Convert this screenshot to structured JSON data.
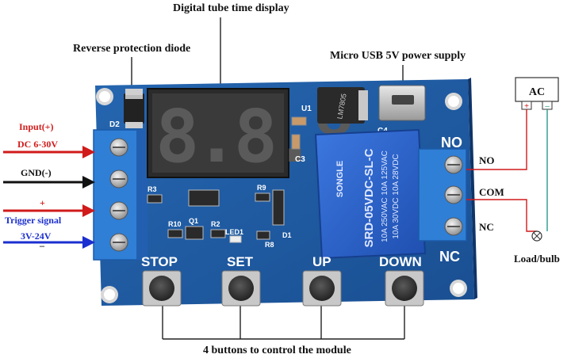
{
  "callouts": {
    "display": "Digital tube time display",
    "diode": "Reverse protection diode",
    "usb": "Micro USB 5V power supply",
    "buttons": "4 buttons to control the module"
  },
  "left_labels": {
    "input_plus": "Input(+)",
    "dc_range": "DC 6-30V",
    "gnd": "GND(-)",
    "trigger_plus": "+",
    "trigger_signal": "Trigger signal",
    "trigger_range": "3V-24V",
    "trigger_minus": "–"
  },
  "right_labels": {
    "no": "NO",
    "com": "COM",
    "nc": "NC",
    "ac": "AC",
    "plus": "+",
    "minus": "–",
    "load": "Load/bulb"
  },
  "board": {
    "button_labels": [
      "STOP",
      "SET",
      "UP",
      "DOWN"
    ],
    "display_digits": "8.8.8.",
    "terminal_no": "NO",
    "terminal_nc": "NC",
    "components": {
      "d2": "D2",
      "u1": "U1",
      "c4": "C4",
      "c3": "C3",
      "r3": "R3",
      "r9": "R9",
      "r10": "R10",
      "q1": "Q1",
      "r2": "R2",
      "led1": "LED1",
      "r8": "R8",
      "d1": "D1"
    },
    "relay_text": {
      "brand": "SONGLE",
      "model": "SRD-05VDC-SL-C",
      "rating1": "10A 250VAC  10A 125VAC",
      "rating2": "10A  30VDC  10A  28VDC"
    },
    "regulator_text": "LM7805"
  },
  "colors": {
    "pcb": "#1f5fa8",
    "terminal": "#2f7fd6",
    "relay": "#2a5fc8",
    "wire_red": "#d11a1a",
    "wire_blue": "#1b2fd0",
    "wire_green": "#2a9a8a"
  }
}
